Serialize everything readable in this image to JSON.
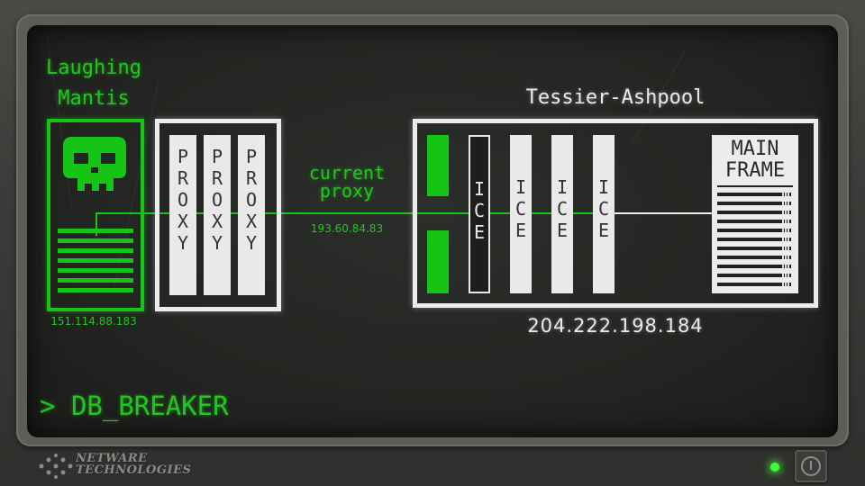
{
  "attacker": {
    "name_line1": "Laughing",
    "name_line2": "Mantis",
    "ip": "151.114.88.183"
  },
  "proxies": [
    {
      "letters": [
        "P",
        "R",
        "O",
        "X",
        "Y"
      ]
    },
    {
      "letters": [
        "P",
        "R",
        "O",
        "X",
        "Y"
      ]
    },
    {
      "letters": [
        "P",
        "R",
        "O",
        "X",
        "Y"
      ]
    }
  ],
  "current_proxy": {
    "label_line1": "current",
    "label_line2": "proxy",
    "ip": "193.60.84.83"
  },
  "target": {
    "name": "Tessier-Ashpool",
    "ip": "204.222.198.184"
  },
  "ice_layers": [
    {
      "letters": [
        "I",
        "C",
        "E"
      ],
      "active": true
    },
    {
      "letters": [
        "I",
        "C",
        "E"
      ],
      "active": false
    },
    {
      "letters": [
        "I",
        "C",
        "E"
      ],
      "active": false
    },
    {
      "letters": [
        "I",
        "C",
        "E"
      ],
      "active": false
    }
  ],
  "mainframe": {
    "line1": "MAIN",
    "line2": "FRAME"
  },
  "console": {
    "prompt": ">",
    "command": "DB_BREAKER"
  },
  "footer": {
    "brand_line1": "NETWARE",
    "brand_line2": "TECHNOLOGIES"
  },
  "colors": {
    "hacker_green": "#16c514",
    "panel_white": "#ececec",
    "screen": "#232522"
  },
  "icons": {
    "attacker": "skull-icon",
    "power": "power-icon",
    "status": "led-icon"
  }
}
